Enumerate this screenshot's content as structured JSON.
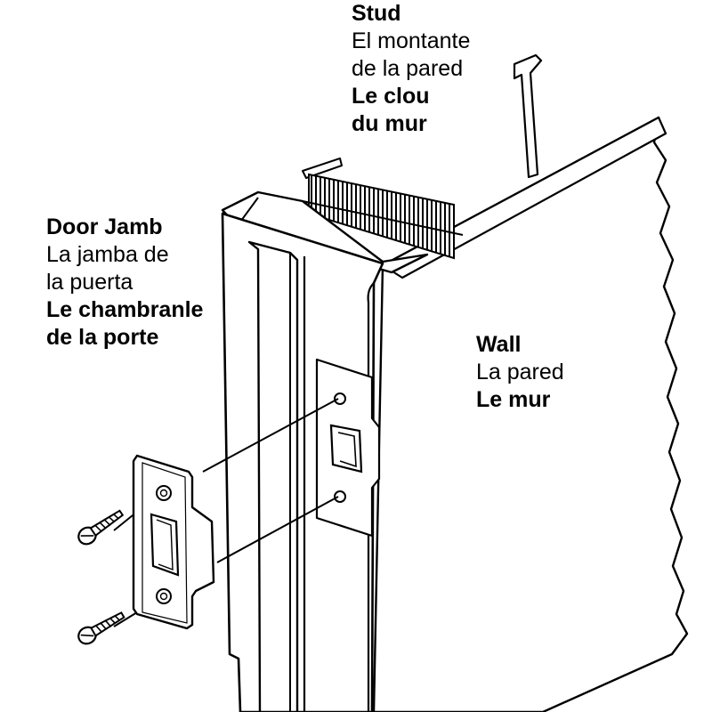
{
  "colors": {
    "ink": "#000000",
    "paper": "#ffffff"
  },
  "labels": {
    "stud": {
      "en": "Stud",
      "es": [
        "El montante",
        "de la pared"
      ],
      "fr": [
        "Le clou",
        "du mur"
      ]
    },
    "door_jamb": {
      "en": "Door Jamb",
      "es": [
        "La jamba de",
        "la puerta"
      ],
      "fr": [
        "Le chambranle",
        "de la porte"
      ]
    },
    "wall": {
      "en": "Wall",
      "es": [
        "La pared"
      ],
      "fr": [
        "Le mur"
      ]
    }
  }
}
